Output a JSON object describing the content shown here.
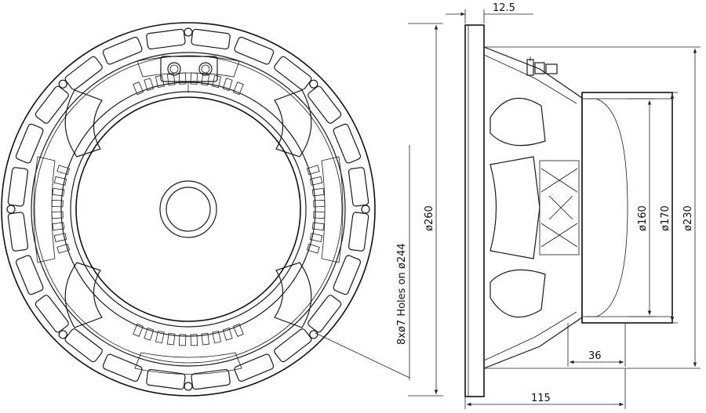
{
  "dimensions": {
    "top_offset": "12.5",
    "frame_diameter": "ø260",
    "hole_pattern": "8xø7 Holes on ø244",
    "magnet_160": "ø160",
    "magnet_170": "ø170",
    "cone_230": "ø230",
    "magnet_depth": "36",
    "total_depth": "115"
  }
}
